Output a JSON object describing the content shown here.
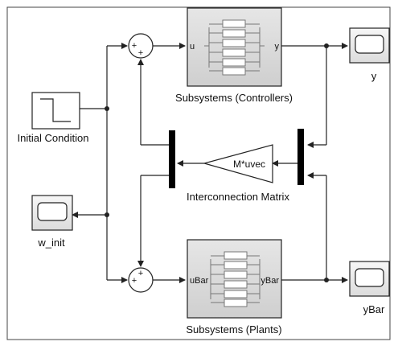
{
  "blocks": {
    "initial_condition": {
      "label": "Initial Condition"
    },
    "w_init_scope": {
      "label": "w_init"
    },
    "controllers": {
      "label": "Subsystems (Controllers)",
      "in_port": "u",
      "out_port": "y"
    },
    "plants": {
      "label": "Subsystems (Plants)",
      "in_port": "uBar",
      "out_port": "yBar"
    },
    "y_scope": {
      "label": "y"
    },
    "ybar_scope": {
      "label": "yBar"
    },
    "matrix_gain": {
      "expression": "M*uvec",
      "label": "Interconnection Matrix"
    },
    "sum_top": {
      "signs": "++"
    },
    "sum_bottom": {
      "signs": "++"
    }
  },
  "colors": {
    "wire": "#222222",
    "subsystem_fill": "#d9d9d9",
    "mux_bar": "#000000",
    "border": "#444444"
  }
}
